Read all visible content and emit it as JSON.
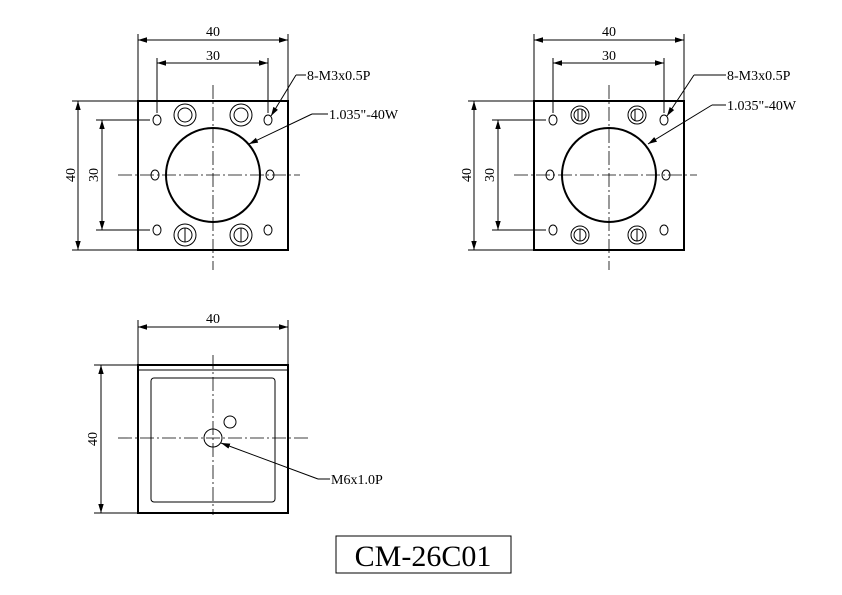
{
  "drawing": {
    "title": "CM-26C01",
    "top_left_view": {
      "width_outer": "40",
      "width_inner": "30",
      "height_outer": "40",
      "height_inner": "30",
      "callout_holes": "8-M3x0.5P",
      "callout_bore": "1.035\"-40W"
    },
    "top_right_view": {
      "width_outer": "40",
      "width_inner": "30",
      "height_outer": "40",
      "height_inner": "30",
      "callout_holes": "8-M3x0.5P",
      "callout_bore": "1.035\"-40W"
    },
    "bottom_view": {
      "width": "40",
      "height": "40",
      "callout_tap": "M6x1.0P"
    }
  }
}
